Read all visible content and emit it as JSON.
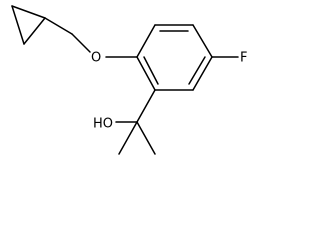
{
  "molecule": {
    "atoms": {
      "oxygen": "O",
      "fluorine": "F",
      "hydroxyl": "HO"
    },
    "line_color": "#000000",
    "background": "#ffffff"
  }
}
